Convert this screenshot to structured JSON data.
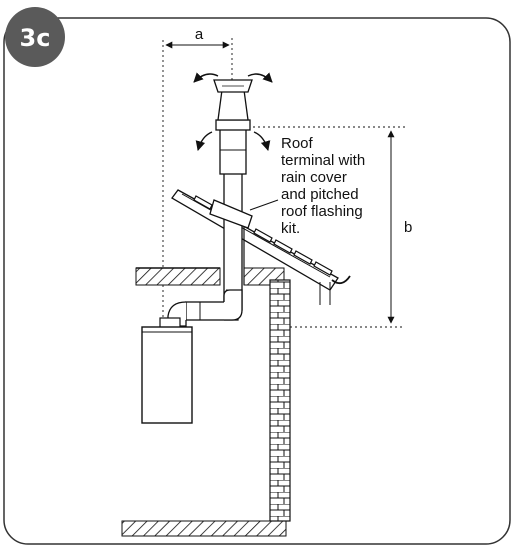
{
  "figure": {
    "badge": "3c",
    "dimension_a": "a",
    "dimension_b": "b",
    "callout_lines": [
      "Roof",
      "terminal with",
      "rain cover",
      "and pitched",
      "roof flashing",
      "kit."
    ]
  },
  "colors": {
    "badge_fill": "#5a5a5a",
    "line": "#111111",
    "border": "#333333",
    "background": "#ffffff"
  }
}
